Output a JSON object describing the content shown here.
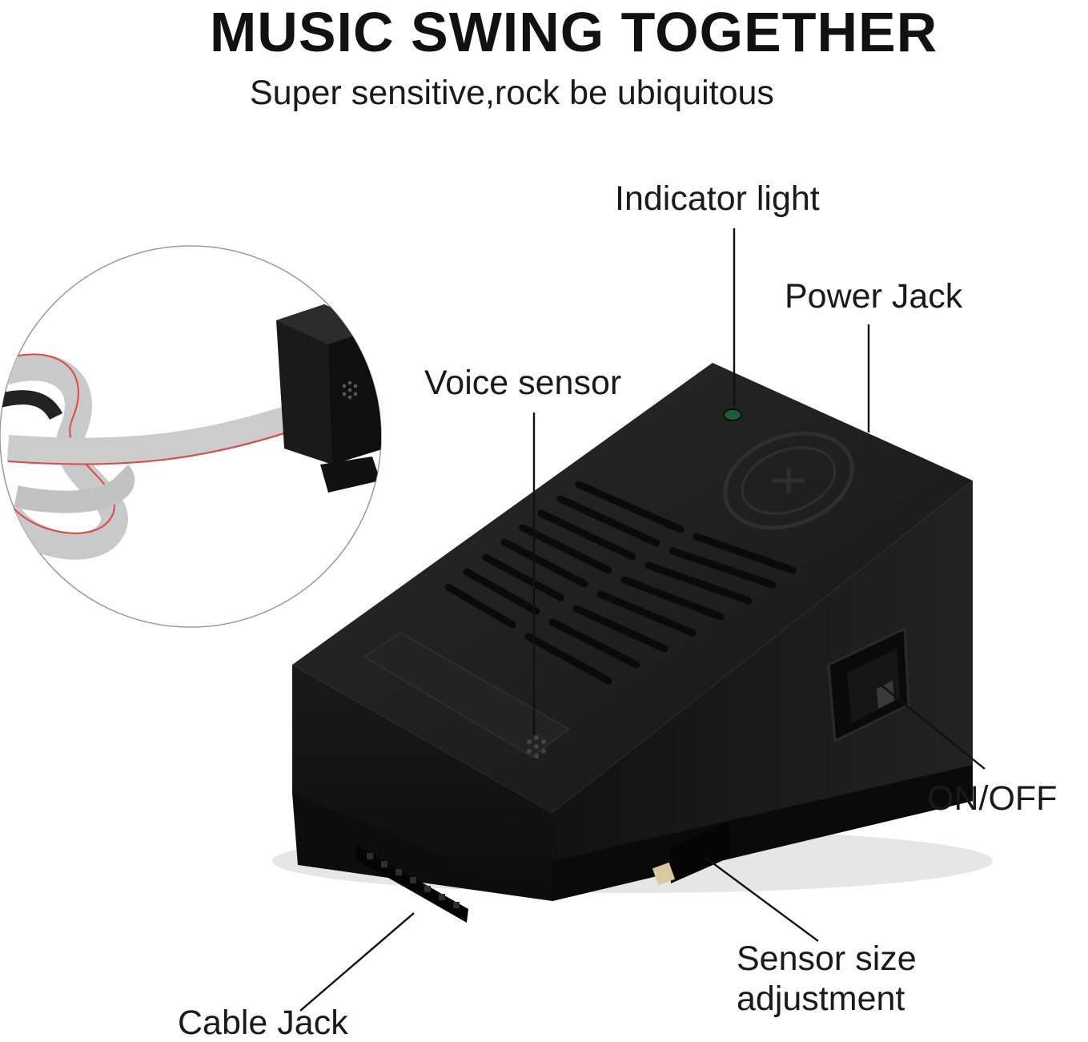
{
  "header": {
    "title": "MUSIC SWING TOGETHER",
    "subtitle": "Super sensitive,rock be ubiquitous"
  },
  "callouts": {
    "indicator_light": "Indicator light",
    "power_jack": "Power Jack",
    "voice_sensor": "Voice sensor",
    "on_off": "ON/OFF",
    "sensor_size_line1": "Sensor size",
    "sensor_size_line2": "adjustment",
    "cable_jack": "Cable Jack"
  },
  "colors": {
    "device_body": "#141414",
    "device_top": "#1c1c1c",
    "ribbon_cable": "#c8c8c8",
    "ribbon_red_stripe": "#d94a4a",
    "indicator_led": "#1f5a3a"
  }
}
